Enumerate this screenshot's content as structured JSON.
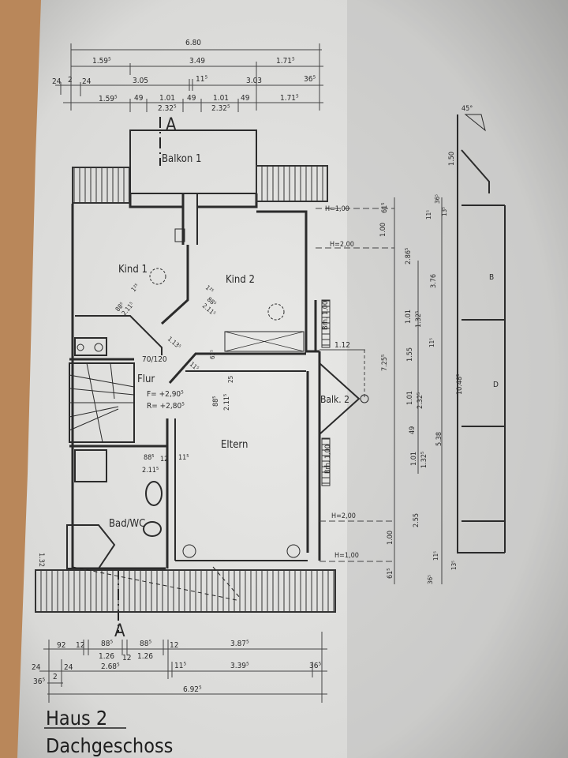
{
  "plan": {
    "title": "Haus 2",
    "subtitle": "Dachgeschoss",
    "section_marks": {
      "top": "A",
      "bottom": "A"
    },
    "rooms": {
      "balkon1": "Balkon 1",
      "kind1": "Kind 1",
      "kind2": "Kind 2",
      "flur": "Flur",
      "eltern": "Eltern",
      "bad": "Bad/WC",
      "balk2": "Balk. 2"
    },
    "flur_notes": {
      "door": "70/120",
      "floor": "F= +2,90⁵",
      "raw": "R= +2,80⁵"
    },
    "top_dims": {
      "overall": "6.80",
      "row1": [
        "1.59⁵",
        "3.49",
        "1.71⁵"
      ],
      "row2": [
        "24",
        "2",
        "24",
        "3.05",
        "11⁵",
        "3.03",
        "36⁵"
      ],
      "row3": [
        "1.59⁵",
        "49",
        "1.01",
        "2.32⁵",
        "49",
        "1.01",
        "2.32⁵",
        "49",
        "1.71⁵"
      ]
    },
    "bottom_dims": {
      "row1": [
        "92",
        "12",
        "88⁵",
        "1.26",
        "12",
        "88⁵",
        "1.26",
        "12",
        "3.87⁵"
      ],
      "row2": [
        "24",
        "2",
        "24",
        "2.68⁵",
        "11⁵",
        "3.39⁵",
        "36⁵",
        "36⁵"
      ],
      "overall": "6.92⁵"
    },
    "interior_dims": [
      "88⁵",
      "2.11⁵",
      "1²⁵",
      "1²⁵",
      "1²⁵",
      "88⁵",
      "2.11⁵",
      "1²⁵",
      "1.13⁵",
      "11⁵",
      "11⁵",
      "62⁵",
      "25",
      "88⁵",
      "2.11⁵",
      "88⁵",
      "2.11⁵",
      "12",
      "11⁵",
      "1.32"
    ],
    "right_dims": {
      "h100_top": "H=1,00",
      "h200_top": "H=2,00",
      "balk_width": "1.12",
      "brh1": "Brh. 1,00",
      "brh2": "Brh. 1,00",
      "h200_bottom": "H=2,00",
      "h100_bottom": "H=1,00",
      "col1": [
        "61⁵",
        "1.00",
        "7.25⁵",
        "2.55",
        "1.00",
        "61⁵"
      ],
      "col2": [
        "2.86⁵",
        "1.01",
        "1.32⁵",
        "1.55",
        "1.01",
        "2.32⁵",
        "49",
        "1.01",
        "1.32⁵"
      ],
      "col3": [
        "36⁵",
        "11⁵",
        "13⁵",
        "3.76",
        "11⁵",
        "5.38",
        "10.48⁵",
        "11⁵",
        "13⁵",
        "36⁵"
      ]
    },
    "elevation": {
      "angle": "45°",
      "height": "1.50",
      "label_b": "B",
      "label_d": "D"
    }
  }
}
